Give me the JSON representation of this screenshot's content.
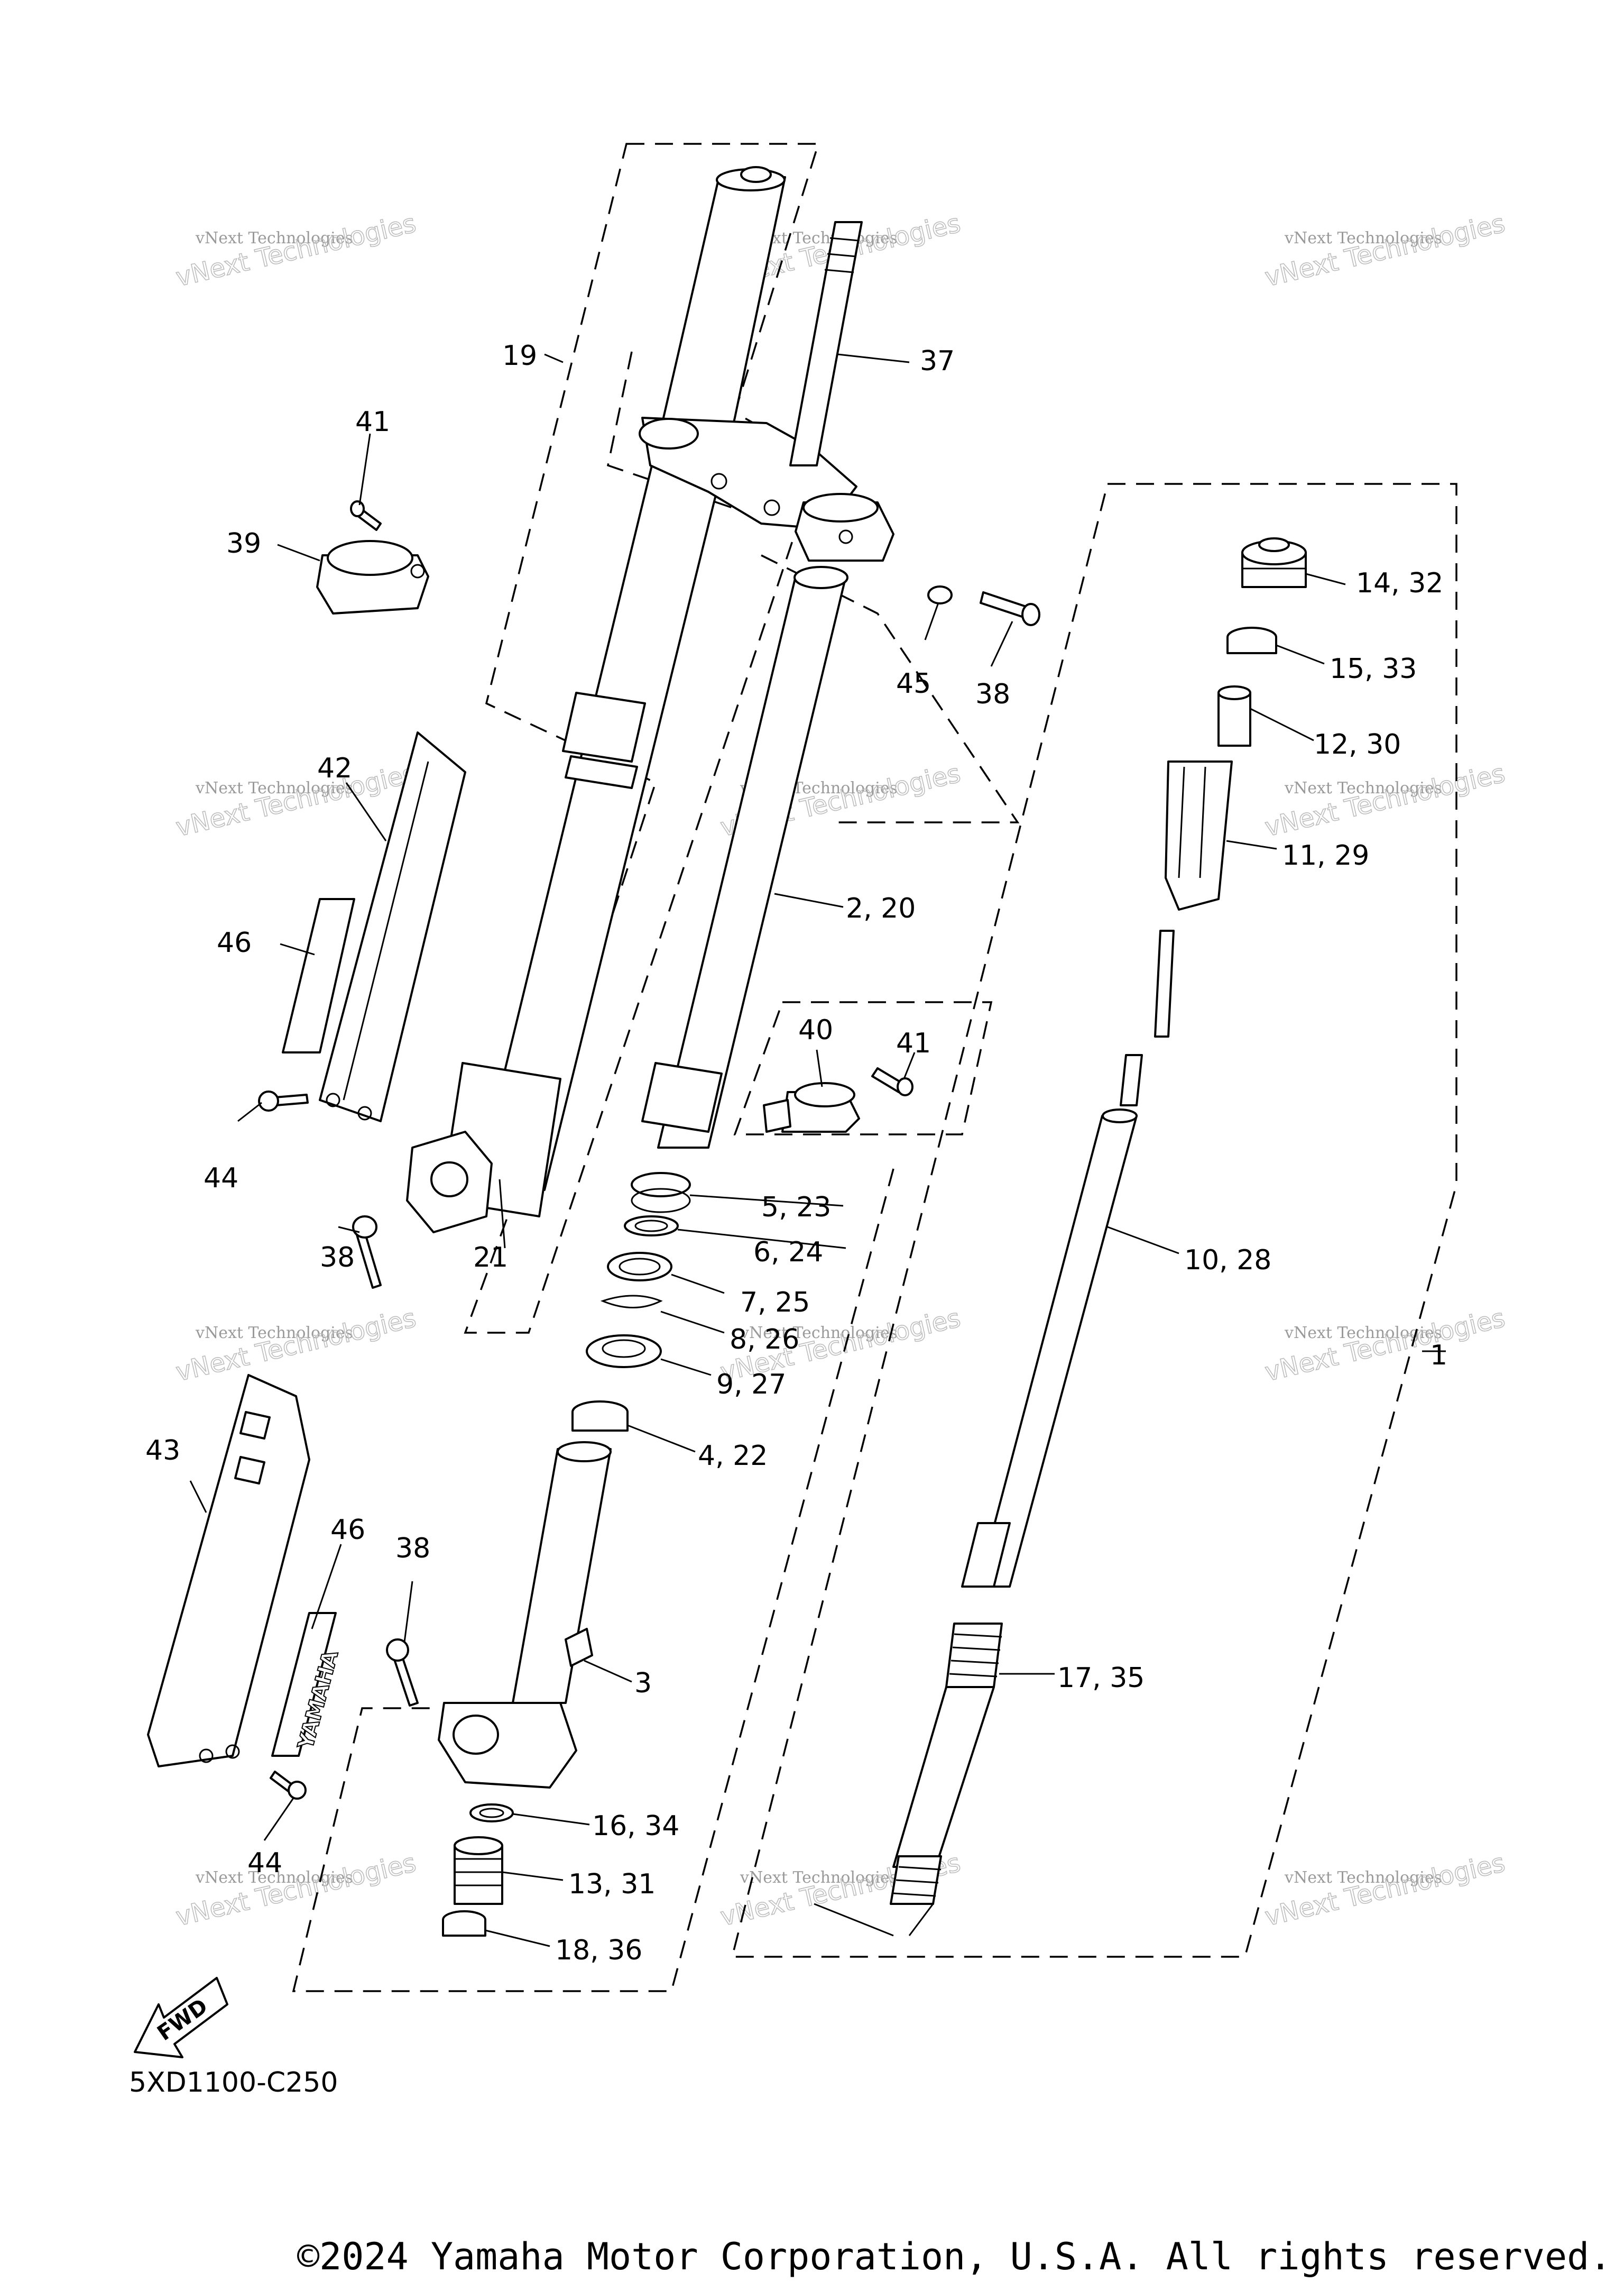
{
  "callouts": {
    "c1": "1",
    "c2_20": "2, 20",
    "c3": "3",
    "c4_22": "4, 22",
    "c5_23": "5, 23",
    "c6_24": "6, 24",
    "c7_25": "7, 25",
    "c8_26": "8, 26",
    "c9_27": "9, 27",
    "c10_28": "10, 28",
    "c11_29": "11, 29",
    "c12_30": "12, 30",
    "c13_31": "13, 31",
    "c14_32": "14, 32",
    "c15_33": "15, 33",
    "c16_34": "16, 34",
    "c17_35": "17, 35",
    "c18_36": "18, 36",
    "c19": "19",
    "c21": "21",
    "c37": "37",
    "c38a": "38",
    "c38b": "38",
    "c38c": "38",
    "c39": "39",
    "c40": "40",
    "c41a": "41",
    "c41b": "41",
    "c42": "42",
    "c43": "43",
    "c44a": "44",
    "c44b": "44",
    "c45": "45",
    "c46a": "46",
    "c46b": "46"
  },
  "watermark": {
    "line1": "vNext Technologies",
    "line2": "vNext Technologies"
  },
  "decal_text": "YAMAHA",
  "fwd_arrow_text": "FWD",
  "diagram_code": "5XD1100-C250",
  "copyright": "©2024 Yamaha Motor Corporation, U.S.A. All rights reserved."
}
